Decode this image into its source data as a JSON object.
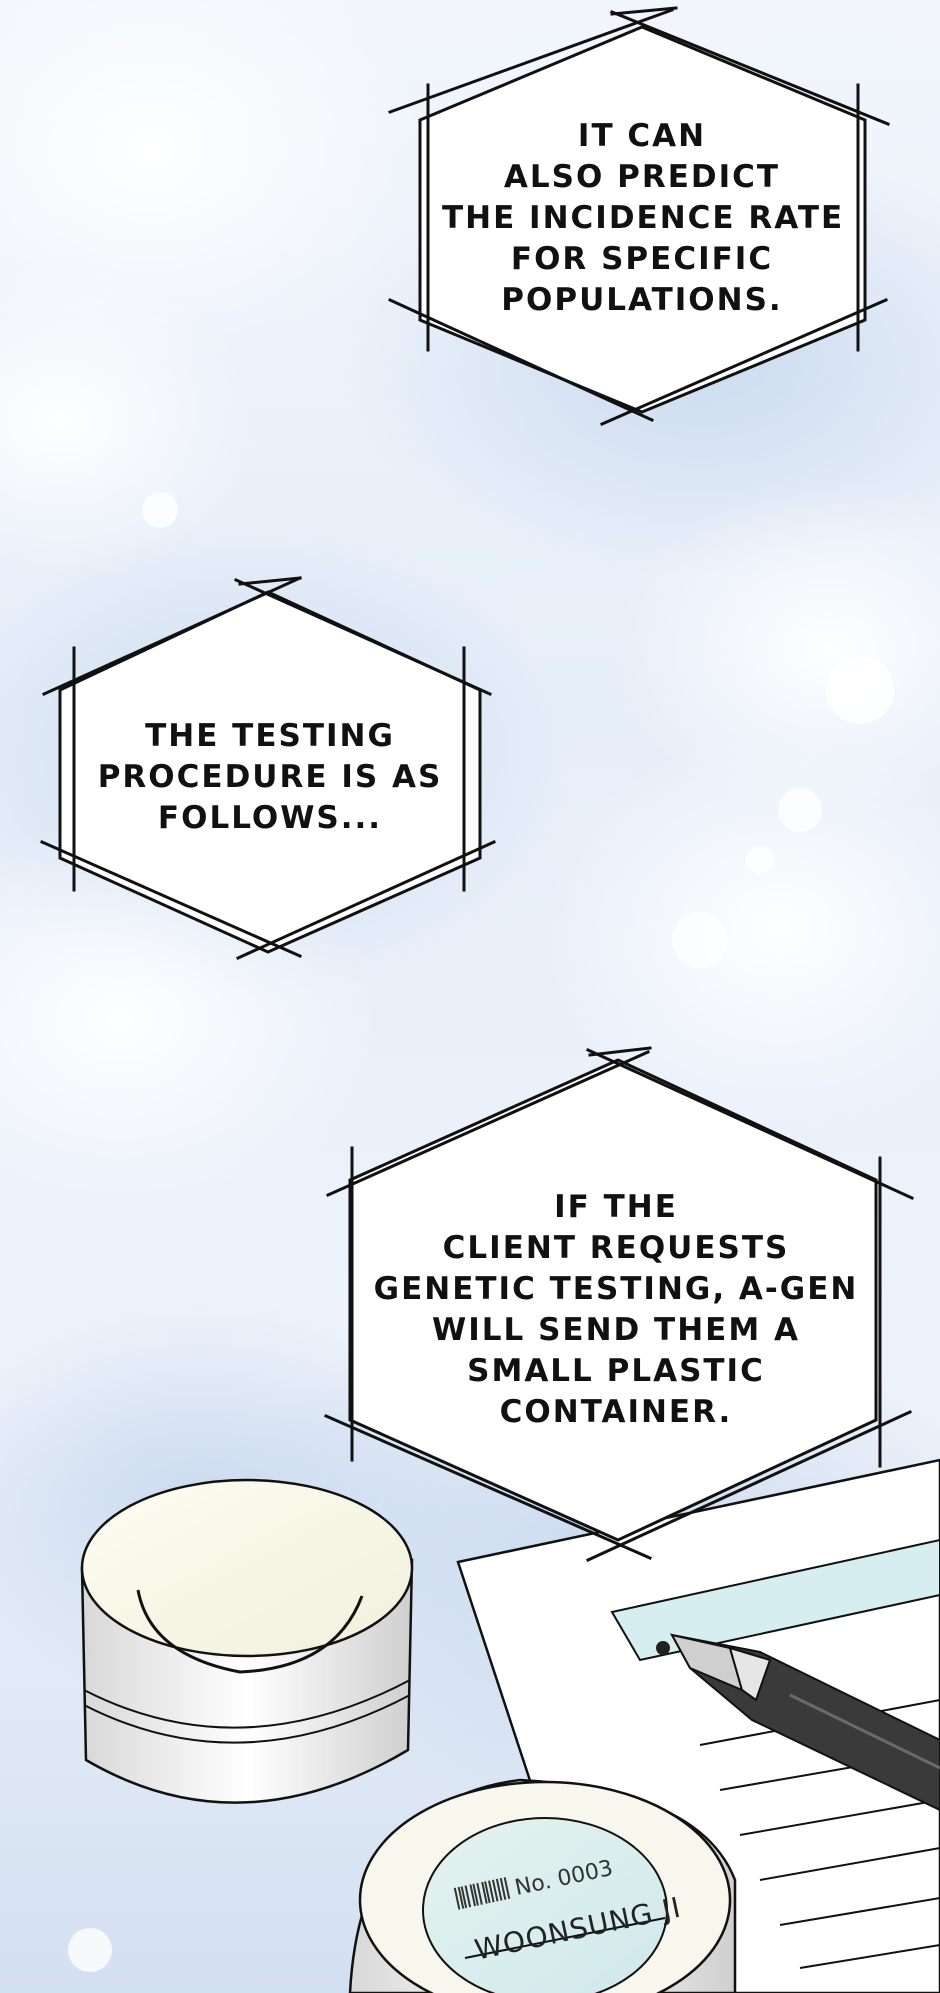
{
  "captions": {
    "c1": [
      "IT CAN",
      "ALSO PREDICT",
      "THE INCIDENCE RATE",
      "FOR SPECIFIC",
      "POPULATIONS."
    ],
    "c2": [
      "THE TESTING",
      "PROCEDURE IS AS",
      "FOLLOWS..."
    ],
    "c3": [
      "IF THE",
      "CLIENT REQUESTS",
      "GENETIC TESTING, A-GEN",
      "WILL SEND THEM A",
      "SMALL PLASTIC",
      "CONTAINER."
    ]
  },
  "label": {
    "number": "No. 0003",
    "name": "WOONSUNG JI"
  },
  "colors": {
    "sky_top": "#e9f0fa",
    "sky_bottom": "#cfddf0",
    "tint_cyan": "#d7eef0",
    "pen": "#3a3a3a"
  }
}
